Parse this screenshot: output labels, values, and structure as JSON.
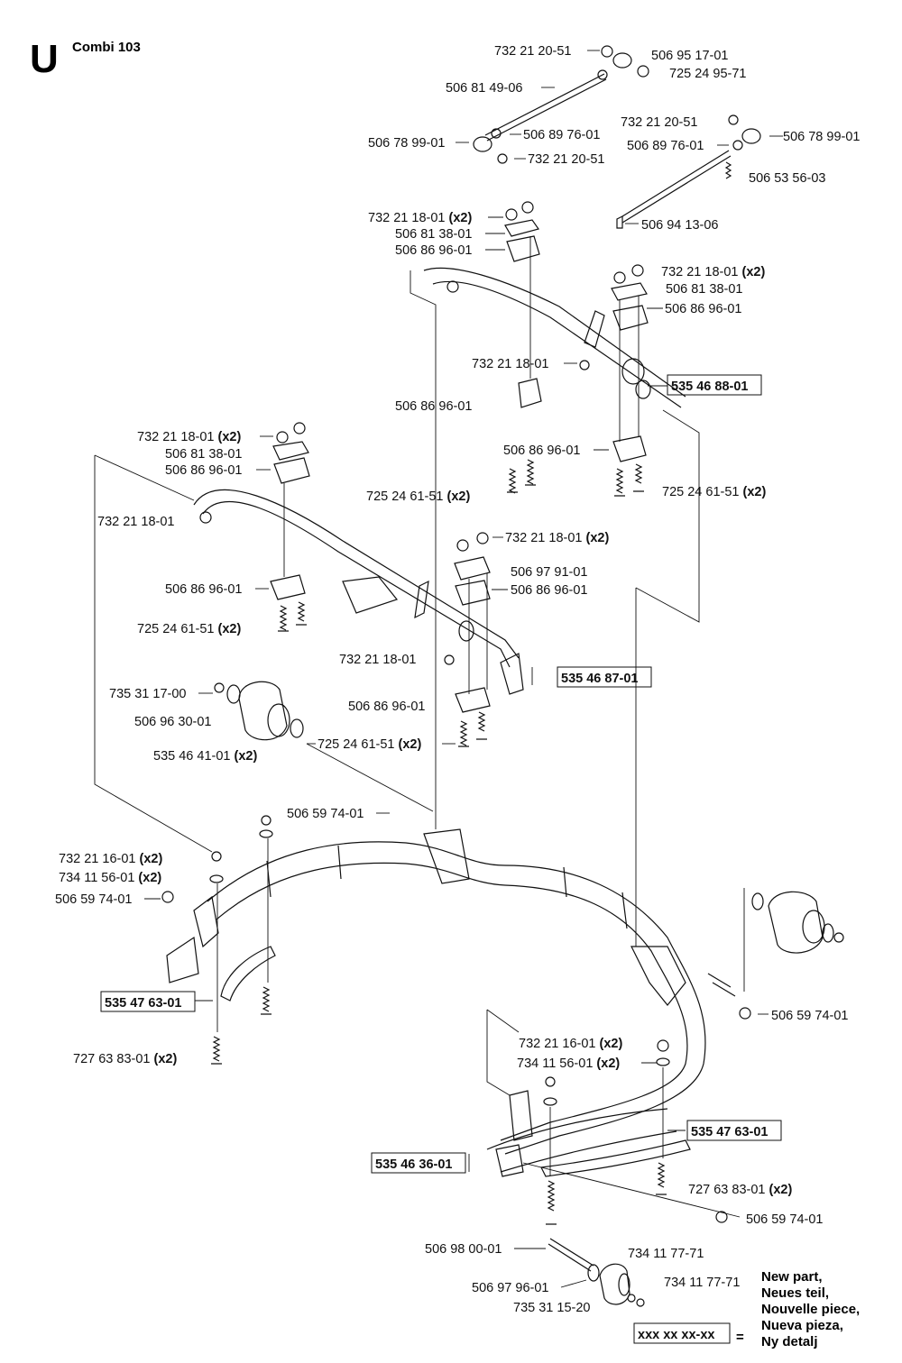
{
  "header": {
    "section": "U",
    "model": "Combi 103"
  },
  "labels": [
    {
      "id": "l01",
      "code": "732 21 20-51",
      "qty": "",
      "boxed": false
    },
    {
      "id": "l02",
      "code": "506 95 17-01",
      "qty": "",
      "boxed": false
    },
    {
      "id": "l03",
      "code": "725 24 95-71",
      "qty": "",
      "boxed": false
    },
    {
      "id": "l04",
      "code": "506 81 49-06",
      "qty": "",
      "boxed": false
    },
    {
      "id": "l05",
      "code": "732 21 20-51",
      "qty": "",
      "boxed": false
    },
    {
      "id": "l06",
      "code": "506 78 99-01",
      "qty": "",
      "boxed": false
    },
    {
      "id": "l07",
      "code": "506 89 76-01",
      "qty": "",
      "boxed": false
    },
    {
      "id": "l08",
      "code": "506 78 99-01",
      "qty": "",
      "boxed": false
    },
    {
      "id": "l09",
      "code": "506 89 76-01",
      "qty": "",
      "boxed": false
    },
    {
      "id": "l10",
      "code": "732 21 20-51",
      "qty": "",
      "boxed": false
    },
    {
      "id": "l11",
      "code": "506 53 56-03",
      "qty": "",
      "boxed": false
    },
    {
      "id": "l12",
      "code": "506 94 13-06",
      "qty": "",
      "boxed": false
    },
    {
      "id": "l13",
      "code": "732 21 18-01",
      "qty": "(x2)",
      "boxed": false
    },
    {
      "id": "l14",
      "code": "506 81 38-01",
      "qty": "",
      "boxed": false
    },
    {
      "id": "l15",
      "code": "506 86 96-01",
      "qty": "",
      "boxed": false
    },
    {
      "id": "l16",
      "code": "732 21 18-01",
      "qty": "(x2)",
      "boxed": false
    },
    {
      "id": "l17",
      "code": "506 81 38-01",
      "qty": "",
      "boxed": false
    },
    {
      "id": "l18",
      "code": "506 86 96-01",
      "qty": "",
      "boxed": false
    },
    {
      "id": "l19",
      "code": "732 21 18-01",
      "qty": "",
      "boxed": false
    },
    {
      "id": "l20",
      "code": "535 46 88-01",
      "qty": "",
      "boxed": true
    },
    {
      "id": "l21",
      "code": "506 86 96-01",
      "qty": "",
      "boxed": false
    },
    {
      "id": "l22",
      "code": "732 21 18-01",
      "qty": "(x2)",
      "boxed": false
    },
    {
      "id": "l23",
      "code": "506 81 38-01",
      "qty": "",
      "boxed": false
    },
    {
      "id": "l24",
      "code": "506 86 96-01",
      "qty": "",
      "boxed": false
    },
    {
      "id": "l25",
      "code": "506 86 96-01",
      "qty": "",
      "boxed": false
    },
    {
      "id": "l26",
      "code": "725 24 61-51",
      "qty": "(x2)",
      "boxed": false
    },
    {
      "id": "l27",
      "code": "725 24 61-51",
      "qty": "(x2)",
      "boxed": false
    },
    {
      "id": "l28",
      "code": "732 21 18-01",
      "qty": "",
      "boxed": false
    },
    {
      "id": "l29",
      "code": "732 21 18-01",
      "qty": "(x2)",
      "boxed": false
    },
    {
      "id": "l30",
      "code": "506 97 91-01",
      "qty": "",
      "boxed": false
    },
    {
      "id": "l31",
      "code": "506 86 96-01",
      "qty": "",
      "boxed": false
    },
    {
      "id": "l32",
      "code": "506 86 96-01",
      "qty": "",
      "boxed": false
    },
    {
      "id": "l33",
      "code": "725 24 61-51",
      "qty": "(x2)",
      "boxed": false
    },
    {
      "id": "l34",
      "code": "732 21 18-01",
      "qty": "",
      "boxed": false
    },
    {
      "id": "l35",
      "code": "535 46 87-01",
      "qty": "",
      "boxed": true
    },
    {
      "id": "l36",
      "code": "735 31 17-00",
      "qty": "",
      "boxed": false
    },
    {
      "id": "l37",
      "code": "506 86 96-01",
      "qty": "",
      "boxed": false
    },
    {
      "id": "l38",
      "code": "506 96 30-01",
      "qty": "",
      "boxed": false
    },
    {
      "id": "l39",
      "code": "725 24 61-51",
      "qty": "(x2)",
      "boxed": false
    },
    {
      "id": "l40",
      "code": "535 46 41-01",
      "qty": "(x2)",
      "boxed": false
    },
    {
      "id": "l41",
      "code": "506 59 74-01",
      "qty": "",
      "boxed": false
    },
    {
      "id": "l42",
      "code": "732 21 16-01",
      "qty": "(x2)",
      "boxed": false
    },
    {
      "id": "l43",
      "code": "734 11 56-01",
      "qty": "(x2)",
      "boxed": false
    },
    {
      "id": "l44",
      "code": "506 59 74-01",
      "qty": "",
      "boxed": false
    },
    {
      "id": "l45",
      "code": "535 47 63-01",
      "qty": "",
      "boxed": true
    },
    {
      "id": "l46",
      "code": "727 63 83-01",
      "qty": "(x2)",
      "boxed": false
    },
    {
      "id": "l47",
      "code": "506 59 74-01",
      "qty": "",
      "boxed": false
    },
    {
      "id": "l48",
      "code": "732 21 16-01",
      "qty": "(x2)",
      "boxed": false
    },
    {
      "id": "l49",
      "code": "734 11 56-01",
      "qty": "(x2)",
      "boxed": false
    },
    {
      "id": "l50",
      "code": "535 47 63-01",
      "qty": "",
      "boxed": true
    },
    {
      "id": "l51",
      "code": "535 46 36-01",
      "qty": "",
      "boxed": true
    },
    {
      "id": "l52",
      "code": "727 63 83-01",
      "qty": "(x2)",
      "boxed": false
    },
    {
      "id": "l53",
      "code": "506 59 74-01",
      "qty": "",
      "boxed": false
    },
    {
      "id": "l54",
      "code": "506 98 00-01",
      "qty": "",
      "boxed": false
    },
    {
      "id": "l55",
      "code": "734 11 77-71",
      "qty": "",
      "boxed": false
    },
    {
      "id": "l56",
      "code": "506 97 96-01",
      "qty": "",
      "boxed": false
    },
    {
      "id": "l57",
      "code": "734 11 77-71",
      "qty": "",
      "boxed": false
    },
    {
      "id": "l58",
      "code": "735 31 15-20",
      "qty": "",
      "boxed": false
    }
  ],
  "legend": {
    "lines": [
      "New part,",
      "Neues teil,",
      "Nouvelle piece,",
      "Nueva pieza,",
      "Ny detalj"
    ],
    "sample": "xxx xx xx-xx",
    "equals": "="
  }
}
